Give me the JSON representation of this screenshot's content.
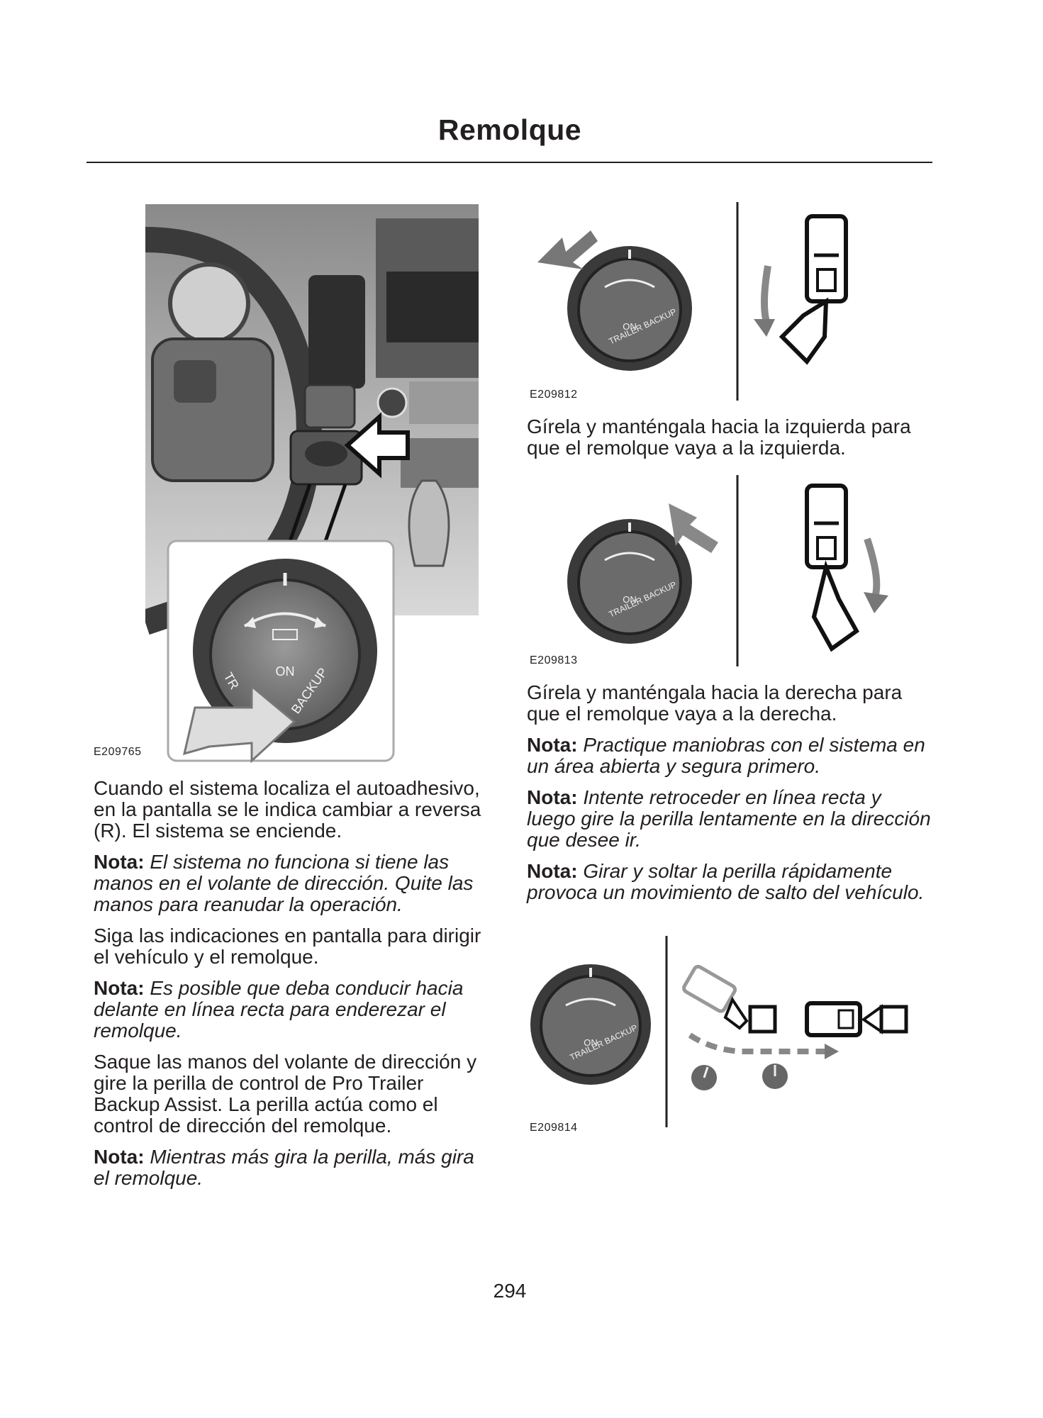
{
  "page": {
    "title": "Remolque",
    "page_number": "294"
  },
  "figures": {
    "fig1": {
      "code": "E209765",
      "knob_on": "ON",
      "knob_ring_left": "TR",
      "knob_ring_right": "BACKUP"
    },
    "fig2": {
      "code": "E209812",
      "knob_on": "ON",
      "knob_ring": "TRAILER BACKUP"
    },
    "fig3": {
      "code": "E209813",
      "knob_on": "ON",
      "knob_ring": "TRAILER BACKUP"
    },
    "fig4": {
      "code": "E209814",
      "knob_on": "ON",
      "knob_ring": "TRAILER BACKUP"
    }
  },
  "left_column": {
    "p1": "Cuando el sistema localiza el autoadhesivo, en la pantalla se le indica cambiar a reversa (R). El sistema se enciende.",
    "note1": {
      "label": "Nota:",
      "text": "El sistema no funciona si tiene las manos en el volante de dirección. Quite las manos para reanudar la operación."
    },
    "p2": "Siga las indicaciones en pantalla para dirigir el vehículo y el remolque.",
    "note2": {
      "label": "Nota:",
      "text": "Es posible que deba conducir hacia delante en línea recta para enderezar el remolque."
    },
    "p3": "Saque las manos del volante de dirección y gire la perilla de control de Pro Trailer Backup Assist. La perilla actúa como el control de dirección del remolque.",
    "note3": {
      "label": "Nota:",
      "text": "Mientras más gira la perilla, más gira el remolque."
    }
  },
  "right_column": {
    "p1": "Gírela y manténgala hacia la izquierda para que el remolque vaya a la izquierda.",
    "p2": "Gírela y manténgala hacia la derecha para que el remolque vaya a la derecha.",
    "note1": {
      "label": "Nota:",
      "text": "Practique maniobras con el sistema en un área abierta y segura primero."
    },
    "note2": {
      "label": "Nota:",
      "text": "Intente retroceder en línea recta y luego gire la perilla lentamente en la dirección que desee ir."
    },
    "note3": {
      "label": "Nota:",
      "text": "Girar y soltar la perilla rápidamente provoca un movimiento de salto del vehículo."
    }
  }
}
